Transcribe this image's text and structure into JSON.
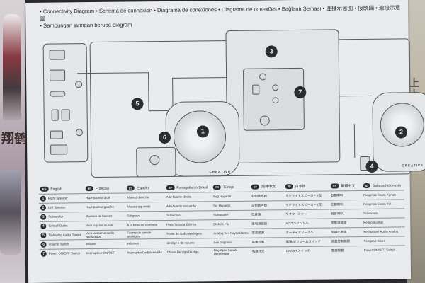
{
  "poster": {
    "left_text": "翔鹤",
    "right_text": "上上"
  },
  "heading": {
    "line1": "• Connectivity Diagram • Schéma de connexion • Diagrama de conexiones • Diagrama de conexões • Bağlantı Şeması • 连接示意图 • 接続図 • 連接示意圖",
    "line2": "• Sambungan jaringan berupa diagram"
  },
  "diagram": {
    "callouts": [
      "1",
      "2",
      "3",
      "4",
      "5",
      "6",
      "7"
    ],
    "brand_left": "CREATIVE",
    "brand_right": "CREATIVE"
  },
  "table": {
    "header": [
      {
        "code": "EN",
        "label": "English"
      },
      {
        "code": "FR",
        "label": "Français"
      },
      {
        "code": "ES",
        "label": "Español"
      },
      {
        "code": "BP",
        "label": "Português do Brasil"
      },
      {
        "code": "TR",
        "label": "Türkçe"
      },
      {
        "code": "CT",
        "label": "简体中文"
      },
      {
        "code": "JP",
        "label": "日本語"
      },
      {
        "code": "CS",
        "label": "繁體中文"
      },
      {
        "code": "ID",
        "label": "Bahasa Indonesia"
      }
    ],
    "rows": [
      {
        "n": "1",
        "cells": [
          "Right Speaker",
          "Haut-parleur droit",
          "Altavoz derecho",
          "Alto-falante direito",
          "Sağ Hoparlör",
          "右侧扬声器",
          "サテライトスピーカー (右)",
          "右側喇叭",
          "Pengeras Suara Kanan"
        ]
      },
      {
        "n": "2",
        "cells": [
          "Left Speaker",
          "Haut-parleur gauche",
          "Altavoz izquierdo",
          "Alto-falante esquerdo",
          "Sol Hoparlör",
          "左侧扬声器",
          "サテライトスピーカー (左)",
          "左側喇叭",
          "Pengeras Suara Kiri"
        ]
      },
      {
        "n": "3",
        "cells": [
          "Subwoofer",
          "Caisson de basses",
          "Subgrave",
          "Subwoofer",
          "Subwoofer",
          "低音炮",
          "サブウーファー",
          "低音喇叭",
          "Subwoofer"
        ]
      },
      {
        "n": "4",
        "cells": [
          "To Wall Outlet",
          "Vers la prise murale",
          "A la toma de corriente",
          "Para Tomada Elétrica",
          "Elektrik Fişi",
          "接电源插座",
          "ACコンセントへ",
          "至電源插座",
          "Ke stopkontak"
        ]
      },
      {
        "n": "5",
        "cells": [
          "To Analog Audio Source",
          "Vers la source audio analogique",
          "Fuente de sonido analógica",
          "Fonte de áudio analógica",
          "Analog Ses Kaynaklarına",
          "至音频源",
          "オーディオソースへ",
          "至類比音源",
          "Ke Sumber Audio Analog"
        ]
      },
      {
        "n": "6",
        "cells": [
          "Volume Switch",
          "volume",
          "volumen",
          "destigo e de volume",
          "Ses Düğmesi",
          "音量控制",
          "電源/ボリュームスイッチ",
          "音量控制開關",
          "Pengatur Suara"
        ]
      },
      {
        "n": "7",
        "cells": [
          "Power ON/OFF Switch",
          "Interrupteur ON/OFF",
          "Interruptor De Encendido",
          "Chave De Liga/Desliga",
          "Güç Açık/ Kapalı Düğmesine",
          "电源开关",
          "ON/OFFスイッチ",
          "電源開關",
          "Power ON/OFF Switch"
        ]
      }
    ]
  }
}
